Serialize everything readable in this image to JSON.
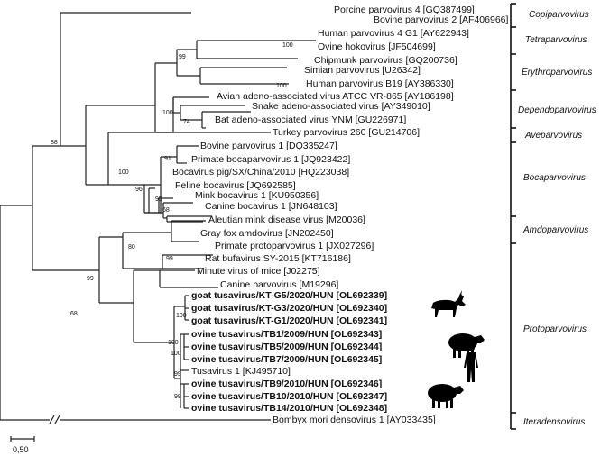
{
  "leaves": [
    {
      "label": "Porcine parvovirus 4 [GQ387499]",
      "bold": false
    },
    {
      "label": "Bovine parvovirus 2 [AF406966]",
      "bold": false
    },
    {
      "label": "Human parvovirus 4 G1 [AY622943]",
      "bold": false
    },
    {
      "label": "Ovine hokovirus [JF504699]",
      "bold": false
    },
    {
      "label": "Chipmunk parvovirus [GQ200736]",
      "bold": false
    },
    {
      "label": "Simian parvovirus [U26342]",
      "bold": false
    },
    {
      "label": "Human parvovirus B19 [AY386330]",
      "bold": false
    },
    {
      "label": "Avian adeno-associated virus ATCC VR-865 [AY186198]",
      "bold": false
    },
    {
      "label": "Snake adeno-associated virus [AY349010]",
      "bold": false
    },
    {
      "label": "Bat adeno-associated virus YNM [GU226971]",
      "bold": false
    },
    {
      "label": "Turkey parvovirus 260 [GU214706]",
      "bold": false
    },
    {
      "label": "Bovine parvovirus 1 [DQ335247]",
      "bold": false
    },
    {
      "label": "Primate bocaparvovirus 1 [JQ923422]",
      "bold": false
    },
    {
      "label": "Bocavirus pig/SX/China/2010 [HQ223038]",
      "bold": false
    },
    {
      "label": "Feline bocavirus [JQ692585]",
      "bold": false
    },
    {
      "label": "Mink bocavirus 1 [KU950356]",
      "bold": false
    },
    {
      "label": "Canine bocavirus 1 [JN648103]",
      "bold": false
    },
    {
      "label": "Aleutian mink disease virus [M20036]",
      "bold": false
    },
    {
      "label": "Gray fox amdovirus [JN202450]",
      "bold": false
    },
    {
      "label": "Primate protoparvovirus 1 [JX027296]",
      "bold": false
    },
    {
      "label": "Rat bufavirus SY-2015 [KT716186]",
      "bold": false
    },
    {
      "label": "Minute virus of mice [J02275]",
      "bold": false
    },
    {
      "label": "Canine parvovirus [M19296]",
      "bold": false
    },
    {
      "label": "goat tusavirus/KT-G5/2020/HUN [OL692339]",
      "bold": true
    },
    {
      "label": "goat tusavirus/KT-G3/2020/HUN [OL692340]",
      "bold": true
    },
    {
      "label": "goat tusavirus/KT-G1/2020/HUN [OL692341]",
      "bold": true
    },
    {
      "label": "ovine tusavirus/TB1/2009/HUN [OL692343]",
      "bold": true
    },
    {
      "label": "ovine tusavirus/TB5/2009/HUN [OL692344]",
      "bold": true
    },
    {
      "label": "ovine tusavirus/TB7/2009/HUN [OL692345]",
      "bold": true
    },
    {
      "label": "Tusavirus 1 [KJ495710]",
      "bold": false
    },
    {
      "label": "ovine tusavirus/TB9/2010/HUN [OL692346]",
      "bold": true
    },
    {
      "label": "ovine tusavirus/TB10/2010/HUN [OL692347]",
      "bold": true
    },
    {
      "label": "ovine tusavirus/TB14/2010/HUN [OL692348]",
      "bold": true
    },
    {
      "label": "Bombyx mori densovirus 1 [AY033435]",
      "bold": false
    }
  ],
  "bootstraps": [
    "100",
    "100",
    "99",
    "100",
    "74",
    "88",
    "91",
    "100",
    "96",
    "95",
    "68",
    "80",
    "99",
    "99",
    "68",
    "100",
    "100",
    "100",
    "99",
    "99"
  ],
  "genera": [
    "Copiparvovirus",
    "Tetraparvovirus",
    "Erythroparvovirus",
    "Dependoparvovirus",
    "Aveparvovirus",
    "Bocaparvovirus",
    "Amdoparvovirus",
    "Protoparvovirus",
    "Iteradensovirus"
  ],
  "scale_bar": "0,50"
}
